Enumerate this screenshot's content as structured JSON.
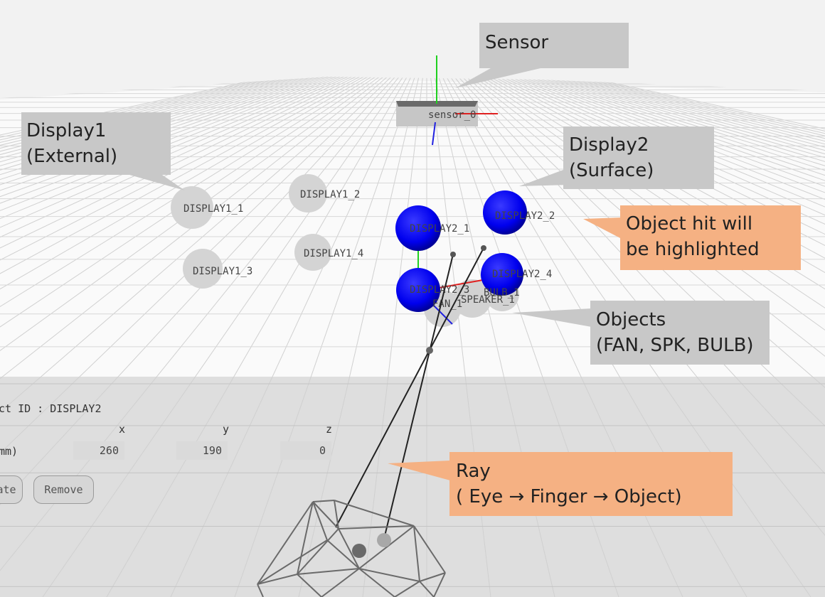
{
  "scene_labels": {
    "sensor": "sensor_0",
    "display1_1": "DISPLAY1_1",
    "display1_2": "DISPLAY1_2",
    "display1_3": "DISPLAY1_3",
    "display1_4": "DISPLAY1_4",
    "display2_1": "DISPLAY2_1",
    "display2_2": "DISPLAY2_2",
    "display2_3": "DISPLAY2_3",
    "display2_4": "DISPLAY2_4",
    "fan": "FAN_1",
    "speaker": "SPEAKER_1",
    "bulb": "BULB_1"
  },
  "callouts": {
    "sensor": "Sensor",
    "display1": "Display1\n(External)",
    "display2": "Display2\n(Surface)",
    "highlight": "Object hit will\nbe highlighted",
    "objects": "Objects\n(FAN, SPK, BULB)",
    "ray": "Ray\n( Eye → Finger → Object)"
  },
  "panel": {
    "object_id": "ct ID : DISPLAY2",
    "axis_x": "x",
    "axis_y": "y",
    "axis_z": "z",
    "unit_label": "mm)",
    "x_value": "260",
    "y_value": "190",
    "z_value": "0",
    "update_button": "ate",
    "remove_button": "Remove"
  },
  "colors": {
    "highlight_blue": "#0000ee",
    "callout_gray": "#c8c8c8",
    "callout_orange": "#f5b183",
    "axis_x": "#e02020",
    "axis_y": "#20d020",
    "axis_z": "#2020e0"
  }
}
